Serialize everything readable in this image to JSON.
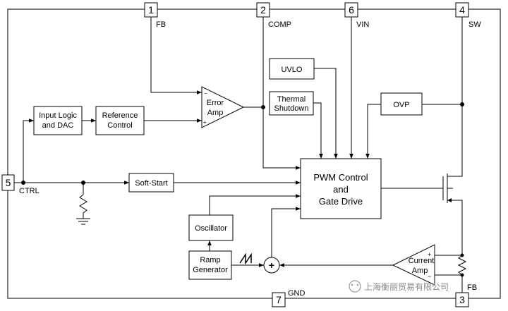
{
  "pins": [
    {
      "id": "pin-1",
      "number": "1",
      "label": "FB"
    },
    {
      "id": "pin-2",
      "number": "2",
      "label": "COMP"
    },
    {
      "id": "pin-6",
      "number": "6",
      "label": "VIN"
    },
    {
      "id": "pin-4",
      "number": "4",
      "label": "SW"
    },
    {
      "id": "pin-5",
      "number": "5",
      "label": "CTRL"
    },
    {
      "id": "pin-7",
      "number": "7",
      "label": "GND"
    },
    {
      "id": "pin-3",
      "number": "3",
      "label": "FB"
    }
  ],
  "blocks": {
    "input_logic": [
      "Input Logic",
      "and DAC"
    ],
    "reference": [
      "Reference",
      "Control"
    ],
    "error_amp": [
      "Error",
      "Amp"
    ],
    "uvlo": "UVLO",
    "thermal": [
      "Thermal",
      "Shutdown"
    ],
    "ovp": "OVP",
    "soft_start": "Soft-Start",
    "pwm": [
      "PWM Control",
      "and",
      "Gate Drive"
    ],
    "oscillator": "Oscillator",
    "ramp": [
      "Ramp",
      "Generator"
    ],
    "current_amp": [
      "Current",
      "Amp"
    ]
  },
  "symbols": {
    "plus": "+",
    "minus": "−",
    "sum": "+"
  },
  "watermark": "上海衡丽贸易有限公司"
}
